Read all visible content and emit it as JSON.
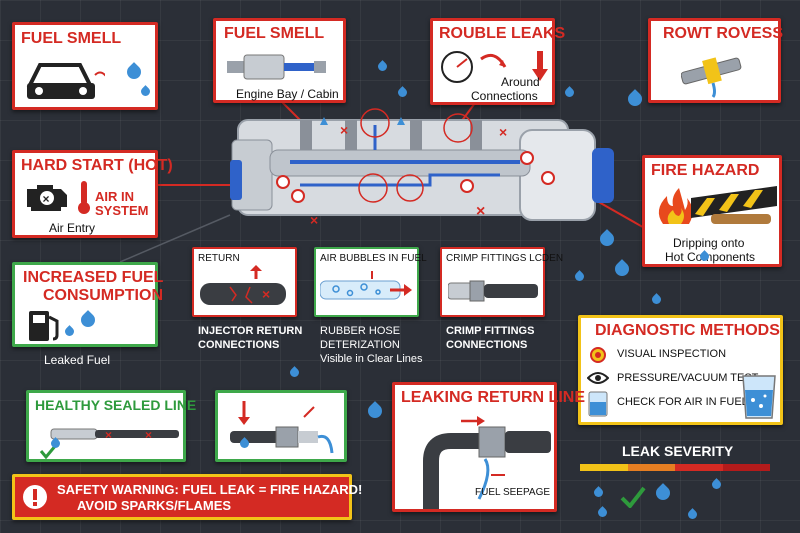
{
  "panels": {
    "fuel_smell_left": {
      "title": "FUEL SMELL"
    },
    "fuel_smell_center": {
      "title": "FUEL SMELL",
      "caption": "Engine Bay / Cabin"
    },
    "rouble_leaks": {
      "title": "ROUBLE LEAKS",
      "caption_line1": "Around",
      "caption_line2": "Connections"
    },
    "rowt_roves": {
      "title": "ROWT ROVESS"
    },
    "hard_start": {
      "title": "HARD START (HOT)",
      "line1": "AIR IN",
      "line2": "SYSTEM",
      "caption": "Air Entry"
    },
    "fire_hazard": {
      "title": "FIRE HAZARD",
      "caption_line1": "Dripping onto",
      "caption_line2": "Hot Components"
    },
    "increased_fuel": {
      "title_line1": "INCREASED FUEL",
      "title_line2": "CONSUMPTION",
      "caption": "Leaked Fuel"
    },
    "return": {
      "title": "RETURN",
      "label_line1": "INJECTOR RETURN",
      "label_line2": "CONNECTIONS"
    },
    "air_bubbles": {
      "title": "AIR BUBBLES IN FUEL",
      "label_line1": "RUBBER HOSE",
      "label_line2": "DETERIZATION",
      "label_line3": "Visible in Clear Lines"
    },
    "crimp": {
      "title": "CRIMP FITTINGS LCDEN",
      "label_line1": "CRIMP FITTINGS",
      "label_line2": "CONNECTIONS"
    },
    "diagnostic": {
      "title": "DIAGNOSTIC METHODS",
      "items": [
        "VISUAL INSPECTION",
        "PRESSURE/VACUUM TEST",
        "CHECK FOR AIR IN FUEL"
      ]
    },
    "healthy_line": {
      "title": "HEALTHY SEALED LINE"
    },
    "leaking_return": {
      "title": "LEAKING RETURN LINE",
      "caption": "FUEL SEEPAGE"
    },
    "safety": {
      "line1": "SAFETY WARNING: FUEL LEAK = FIRE HAZARD!",
      "line2": "AVOID SPARKS/FLAMES"
    },
    "severity": {
      "title": "LEAK SEVERITY",
      "colors": [
        "#f2c318",
        "#e67e22",
        "#d42a23",
        "#b31b1b"
      ]
    }
  },
  "colors": {
    "accent_red": "#d42a23",
    "accent_green": "#3ea84a",
    "accent_yellow": "#f2c318",
    "fuel_blue": "#3d8fd6",
    "background": "#2b2f37"
  }
}
